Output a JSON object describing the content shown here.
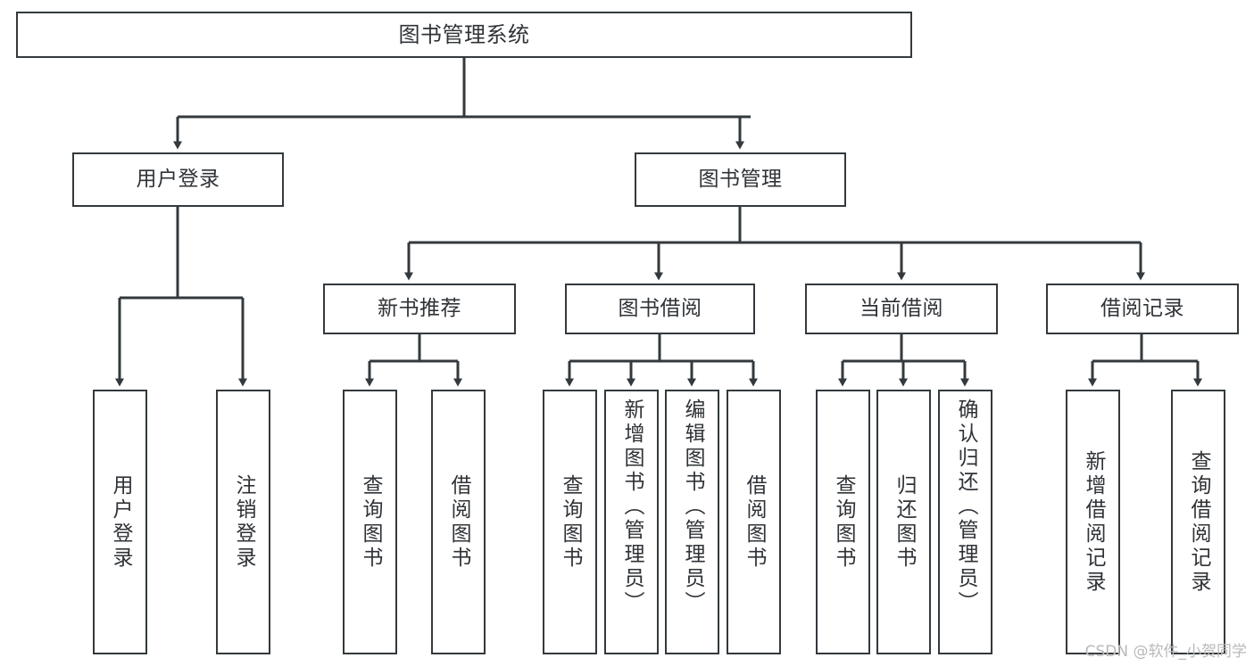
{
  "diagram": {
    "title": "图书管理系统",
    "type": "tree",
    "watermark": "CSDN @软件_小贺同学",
    "colors": {
      "box_border": "#33393d",
      "box_fill": "#ffffff",
      "edge": "#33393d",
      "text": "#2f3337",
      "watermark": "#b9b9b9",
      "background": "#ffffff"
    },
    "nodes": {
      "root": {
        "label": "图书管理系统"
      },
      "level2": [
        {
          "label": "用户登录"
        },
        {
          "label": "图书管理"
        }
      ],
      "level3": [
        {
          "label": "新书推荐"
        },
        {
          "label": "图书借阅"
        },
        {
          "label": "当前借阅"
        },
        {
          "label": "借阅记录"
        }
      ],
      "leaves": {
        "user_login": [
          {
            "label": "用户登录"
          },
          {
            "label": "注销登录"
          }
        ],
        "new_book_recommend": [
          {
            "label": "查询图书"
          },
          {
            "label": "借阅图书"
          }
        ],
        "book_borrow": [
          {
            "label": "查询图书"
          },
          {
            "label": "新增图书（管理员）"
          },
          {
            "label": "编辑图书（管理员）"
          },
          {
            "label": "借阅图书"
          }
        ],
        "current_borrow": [
          {
            "label": "查询图书"
          },
          {
            "label": "归还图书"
          },
          {
            "label": "确认归还（管理员）"
          }
        ],
        "borrow_records": [
          {
            "label": "新增借阅记录"
          },
          {
            "label": "查询借阅记录"
          }
        ]
      }
    }
  }
}
